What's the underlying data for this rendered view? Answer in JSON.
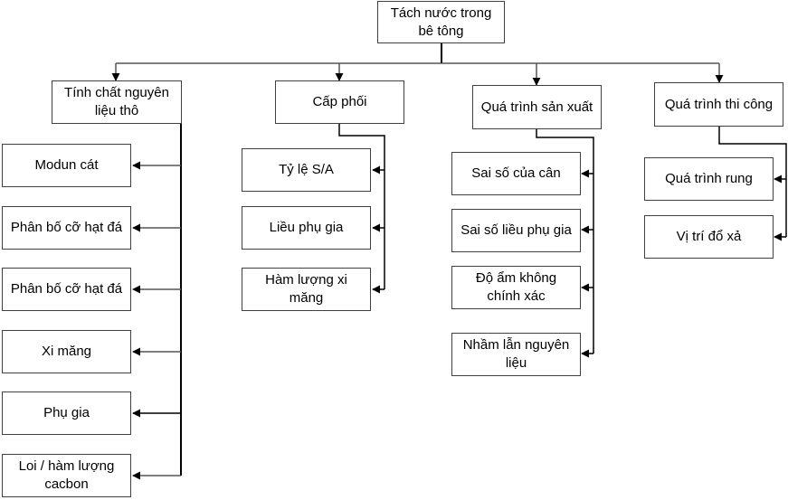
{
  "diagram": {
    "root": {
      "label": "Tách nước trong bê tông"
    },
    "categories": [
      {
        "label": "Tính chất nguyên liệu thô",
        "children": [
          {
            "label": "Modun cát"
          },
          {
            "label": "Phân bố cỡ hạt đá"
          },
          {
            "label": "Phân bố cỡ hạt đá"
          },
          {
            "label": "Xi măng"
          },
          {
            "label": "Phụ gia"
          },
          {
            "label": "Loi / hàm lượng cacbon"
          }
        ]
      },
      {
        "label": "Cấp phối",
        "children": [
          {
            "label": "Tỷ lệ S/A"
          },
          {
            "label": "Liều phụ gia"
          },
          {
            "label": "Hàm lượng xi măng"
          }
        ]
      },
      {
        "label": "Quá trình sản xuất",
        "children": [
          {
            "label": "Sai số của cân"
          },
          {
            "label": "Sai số liều phụ gia"
          },
          {
            "label": "Độ ẩm không chính xác"
          },
          {
            "label": "Nhầm lẫn nguyên liệu"
          }
        ]
      },
      {
        "label": "Quá trình thi công",
        "children": [
          {
            "label": "Quá trình rung"
          },
          {
            "label": "Vị trí đổ xả"
          }
        ]
      }
    ],
    "line_color": "#000000"
  }
}
